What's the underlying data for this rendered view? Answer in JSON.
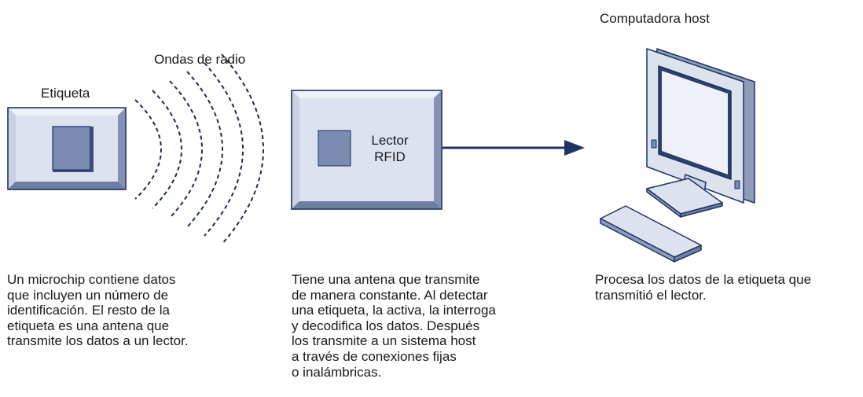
{
  "labels": {
    "tag": "Etiqueta",
    "waves": "Ondas de radio",
    "reader_line1": "Lector",
    "reader_line2": "RFID",
    "host": "Computadora host"
  },
  "descriptions": {
    "tag": "Un microchip contiene datos\nque incluyen un número de\nidentificación. El resto de la\netiqueta es una antena que\ntransmite los datos a un lector.",
    "reader": "Tiene una antena que transmite\nde manera constante. Al detectar\nuna etiqueta, la activa, la interroga\ny decodifica los datos. Después\nlos transmite a un sistema host\na través de conexiones fijas\no inalámbricas.",
    "host": "Procesa los datos de la etiqueta que\ntransmitió el lector."
  },
  "colors": {
    "box_face": "#dde3ee",
    "box_bevel_light": "#eef1f7",
    "box_bevel_dark": "#8e9cba",
    "chip": "#7a8cb2",
    "navy": "#1f3266"
  }
}
